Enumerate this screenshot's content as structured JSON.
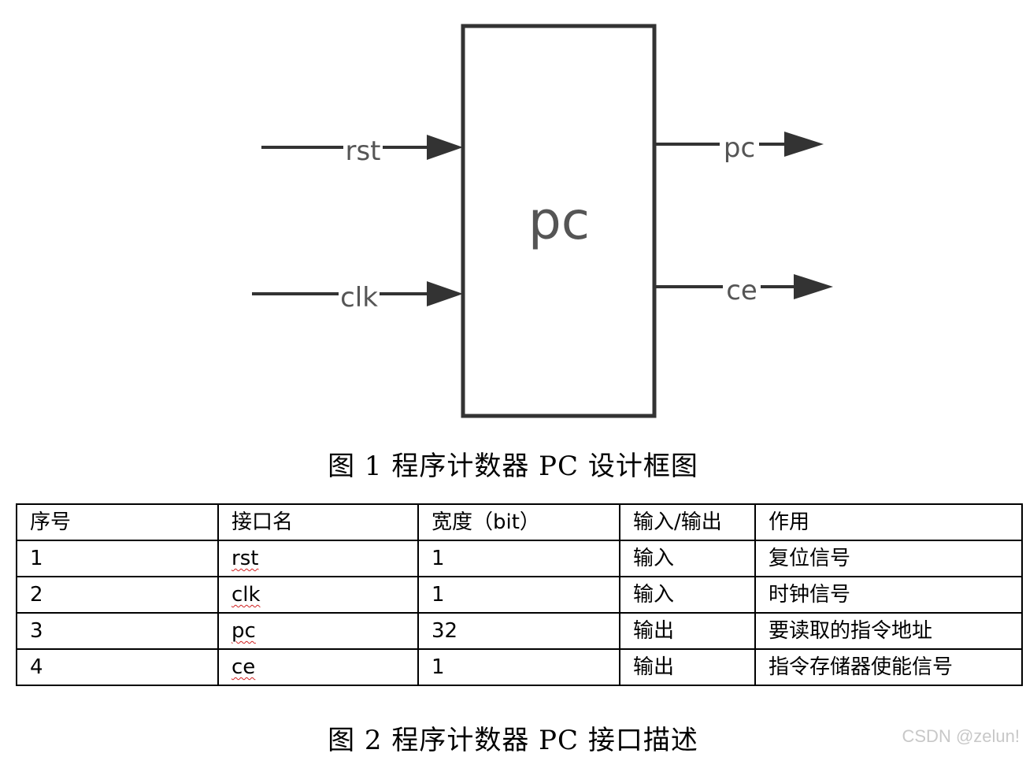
{
  "diagram": {
    "block_label": "pc",
    "inputs": [
      {
        "label": "rst"
      },
      {
        "label": "clk"
      }
    ],
    "outputs": [
      {
        "label": "pc"
      },
      {
        "label": "ce"
      }
    ]
  },
  "caption1": "图 1 程序计数器 PC 设计框图",
  "table": {
    "headers": [
      "序号",
      "接口名",
      "宽度（bit）",
      "输入/输出",
      "作用"
    ],
    "rows": [
      [
        "1",
        "rst",
        "1",
        "输入",
        "复位信号"
      ],
      [
        "2",
        "clk",
        "1",
        "输入",
        "时钟信号"
      ],
      [
        "3",
        "pc",
        "32",
        "输出",
        "要读取的指令地址"
      ],
      [
        "4",
        "ce",
        "1",
        "输出",
        "指令存储器使能信号"
      ]
    ]
  },
  "caption2": "图 2 程序计数器 PC 接口描述",
  "watermark": "CSDN @zelun!",
  "colors": {
    "line": "#333333",
    "label": "#555555",
    "watermark": "#c8c8c8"
  }
}
